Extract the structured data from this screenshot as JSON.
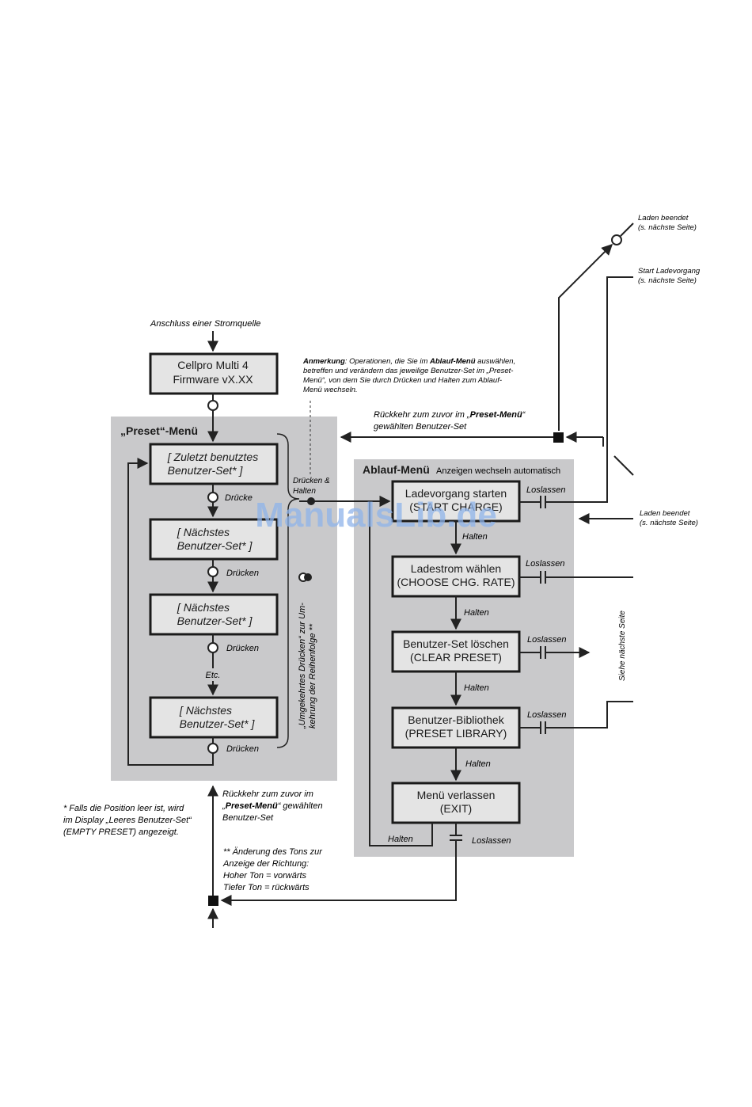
{
  "power_label": "Anschluss einer Stromquelle",
  "firmware_box": {
    "line1": "Cellpro Multi 4",
    "line2": "Firmware     vX.XX"
  },
  "note": {
    "line1_bold": "Anmerkung",
    "line1_rest": ": Operationen, die Sie im ",
    "line1_bold2": "Ablauf-Menü",
    "line1_end": " auswählen,",
    "line2": "betreffen und verändern das jeweilige Benutzer-Set im „Preset-",
    "line3": "Menü“, von dem Sie durch Drücken und Halten zum Ablauf-",
    "line4": "Menü wechseln."
  },
  "preset_menu": {
    "title": "„Preset“-Menü",
    "boxes": [
      {
        "line1": "[ Zuletzt benutztes",
        "line2": "Benutzer-Set* ]"
      },
      {
        "line1": "[ Nächstes",
        "line2": "Benutzer-Set* ]"
      },
      {
        "line1": "[ Nächstes",
        "line2": "Benutzer-Set* ]"
      },
      {
        "line1": "[ Nächstes",
        "line2": "Benutzer-Set* ]"
      }
    ],
    "press_labels": [
      "Drücke",
      "Drücken",
      "Drücken",
      "Drücken"
    ],
    "etc_label": "Etc.",
    "press_hold": [
      "Drücken &",
      "Halten"
    ],
    "reverse_press": [
      "„Umgekehrtes Drücken“ zur Um-",
      "kehrung der Reihenfolge **"
    ]
  },
  "return_top": {
    "line1_a": "Rückkehr zum zuvor im „",
    "line1_b": "Preset-Menü",
    "line1_c": "“",
    "line2": "gewählten Benutzer-Set"
  },
  "ablauf_menu": {
    "title": "Ablauf-Menü",
    "subtitle": "Anzeigen wechseln automatisch",
    "boxes": [
      {
        "line1": "Ladevorgang starten",
        "line2": "(START CHARGE)"
      },
      {
        "line1": "Ladestrom wählen",
        "line2": "(CHOOSE CHG. RATE)"
      },
      {
        "line1": "Benutzer-Set löschen",
        "line2": "(CLEAR PRESET)"
      },
      {
        "line1": "Benutzer-Bibliothek",
        "line2": "(PRESET LIBRARY)"
      },
      {
        "line1": "Menü verlassen",
        "line2": "(EXIT)"
      }
    ],
    "hold_label": "Halten",
    "release_label": "Loslassen"
  },
  "right_labels": {
    "laden_beendet_top": [
      "Laden beendet",
      "(s. nächste Seite)"
    ],
    "start_ladevorgang": [
      "Start Ladevorgang",
      "(s. nächste Seite)"
    ],
    "laden_beendet_mid": [
      "Laden beendet",
      "(s. nächste Seite)"
    ],
    "siehe": "Siehe nächste Seite"
  },
  "return_bottom": {
    "line1": "Rückkehr zum zuvor im",
    "line2_a": "„",
    "line2_b": "Preset-Menü",
    "line2_c": "“ gewählten",
    "line3": "Benutzer-Set"
  },
  "footnote1": [
    "* Falls die Position leer ist, wird",
    "im Display „Leeres Benutzer-Set“",
    "(EMPTY PRESET) angezeigt."
  ],
  "footnote2": [
    "** Änderung des Tons zur",
    "Anzeige der Richtung:",
    "Hoher Ton = vorwärts",
    "Tiefer Ton = rückwärts"
  ],
  "watermark": "ManualsLib.de"
}
